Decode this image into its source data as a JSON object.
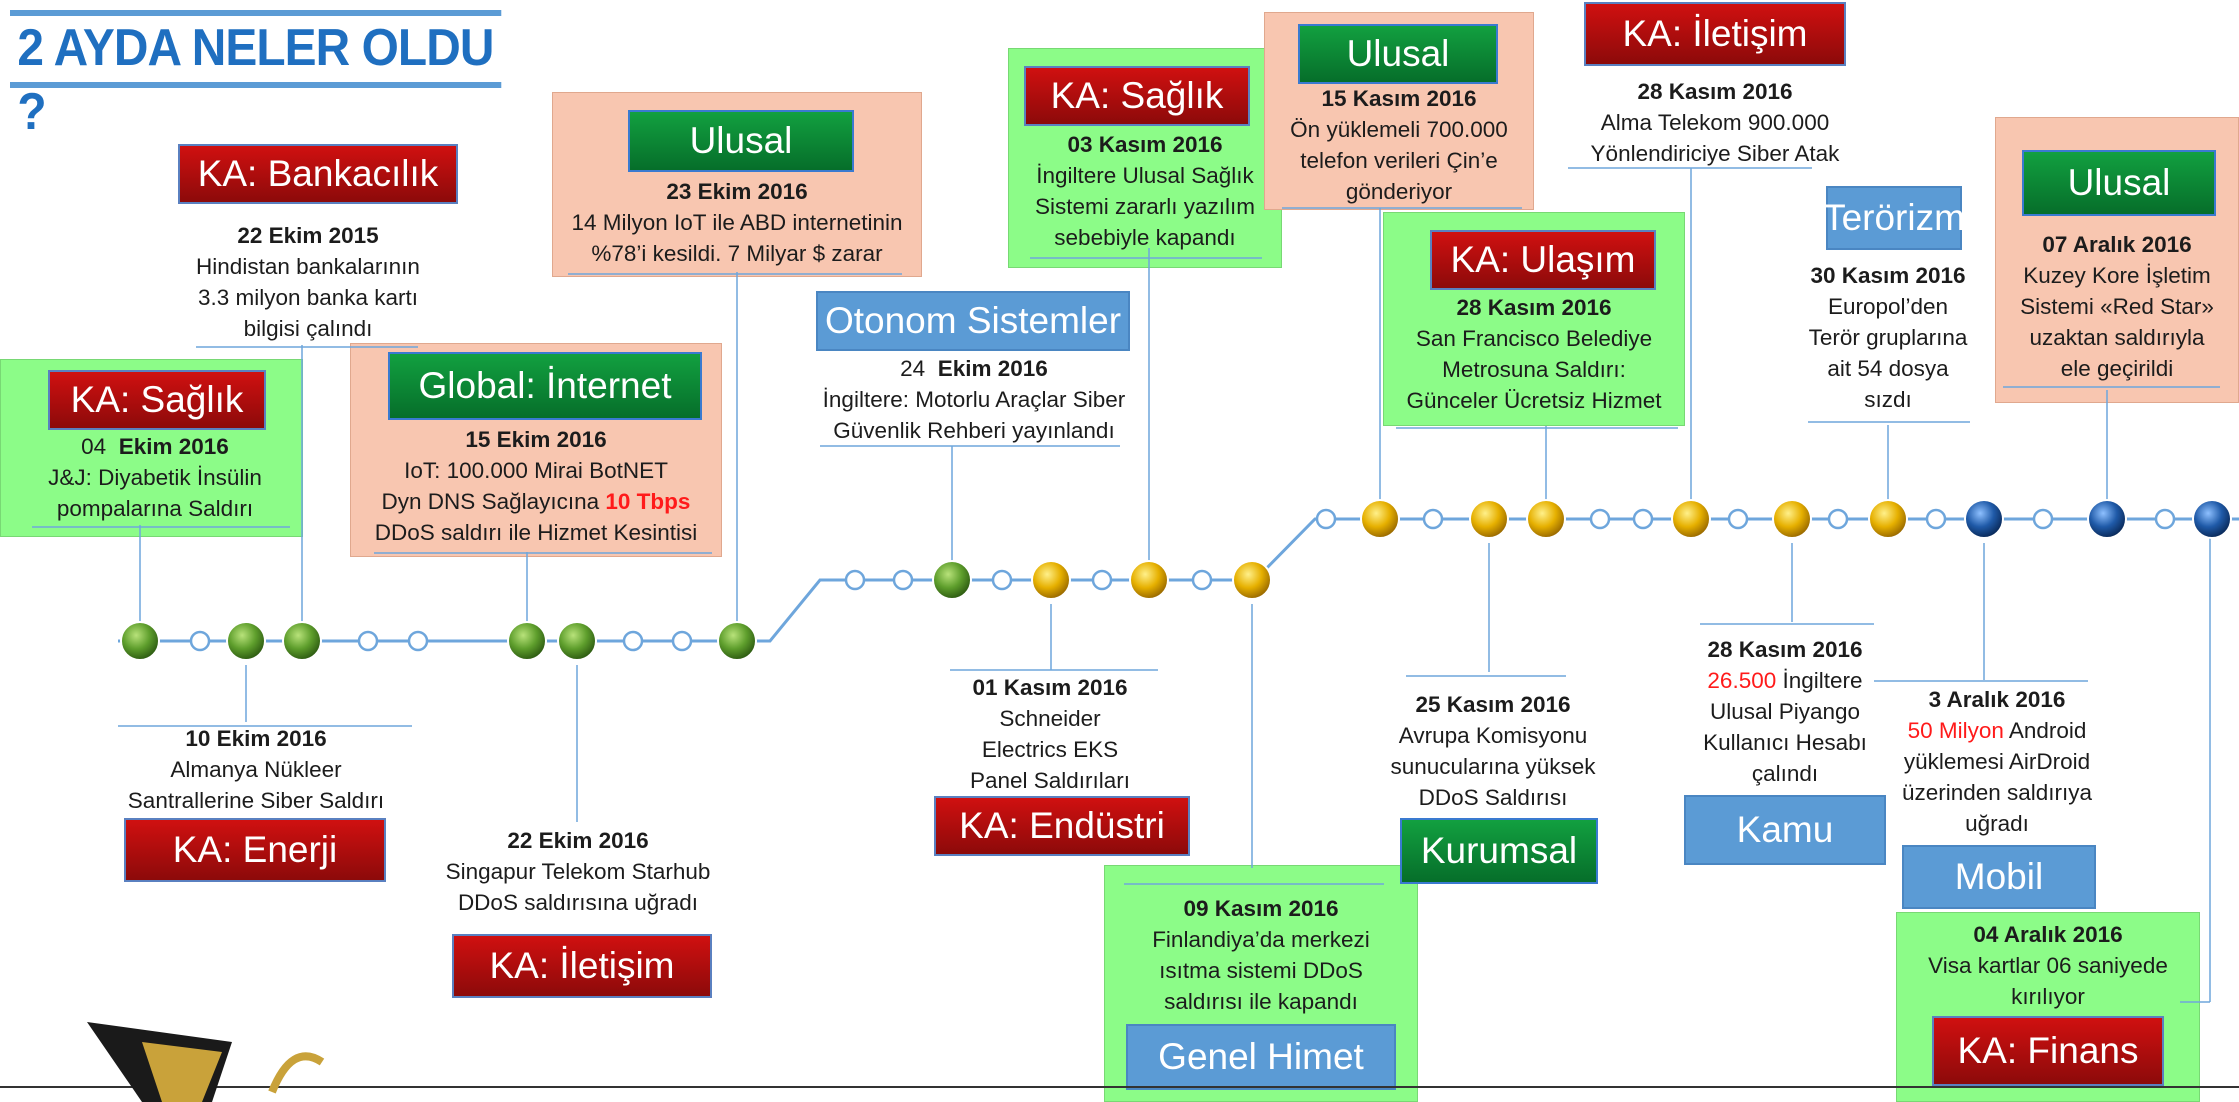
{
  "title": "2 AYDA NELER OLDU ?",
  "colors": {
    "sector_red": "#b80f0f",
    "sector_green": "#0a8a36",
    "sector_blue": "#5b9bd5",
    "panel_green": "#8cfc88",
    "panel_pink": "#f8c6b0",
    "highlight": "#ff1a1a",
    "node_green": "#5a9e2a",
    "node_gold": "#e6b000",
    "node_blue": "#1f5aa8"
  },
  "events": [
    {
      "tag": "KA: Bankacılık",
      "date": "22 Ekim 2015",
      "lines": [
        "Hindistan bankalarının",
        "3.3 milyon banka kartı",
        "bilgisi çalındı"
      ]
    },
    {
      "tag": "KA: Sağlık",
      "date_pre": "04",
      "date": "Ekim 2016",
      "lines": [
        "J&J: Diyabetik İnsülin",
        "pompalarına Saldırı"
      ]
    },
    {
      "tag": "Global: İnternet",
      "date": "15 Ekim 2016",
      "line1": "IoT: 100.000 Mirai BotNET",
      "line2_a": "Dyn DNS Sağlayıcına ",
      "line2_hl": "10 Tbps",
      "line3": "DDoS saldırı ile Hizmet Kesintisi"
    },
    {
      "tag": "Ulusal",
      "date": "23 Ekim 2016",
      "lines": [
        "14 Milyon IoT ile ABD internetinin",
        "%78’i kesildi. 7 Milyar $ zarar"
      ]
    },
    {
      "tag": "KA: Enerji",
      "date": "10 Ekim 2016",
      "lines": [
        "Almanya Nükleer",
        "Santrallerine Siber Saldırı"
      ]
    },
    {
      "tag": "KA: İletişim",
      "date": "22 Ekim 2016",
      "lines": [
        "Singapur Telekom Starhub",
        "DDoS saldırısına uğradı"
      ]
    },
    {
      "tag": "Otonom Sistemler",
      "date_pre": "24",
      "date": "Ekim 2016",
      "lines": [
        "İngiltere: Motorlu Araçlar Siber",
        "Güvenlik Rehberi yayınlandı"
      ]
    },
    {
      "tag": "KA: Sağlık",
      "date": "03 Kasım 2016",
      "lines": [
        "İngiltere Ulusal Sağlık",
        "Sistemi zararlı yazılım",
        "sebebiyle kapandı"
      ]
    },
    {
      "tag": "KA: Endüstri",
      "date": "01 Kasım 2016",
      "lines": [
        "Schneider",
        "Electrics EKS",
        "Panel Saldırıları"
      ]
    },
    {
      "tag": "Genel Himet",
      "date": "09 Kasım 2016",
      "lines": [
        "Finlandiya’da merkezi",
        "ısıtma sistemi DDoS",
        "saldırısı ile kapandı"
      ]
    },
    {
      "tag": "Ulusal",
      "date": "15 Kasım 2016",
      "lines": [
        "Ön yüklemeli 700.000",
        "telefon verileri Çin’e",
        "gönderiyor"
      ]
    },
    {
      "tag": "KA: Ulaşım",
      "date": "28 Kasım 2016",
      "lines": [
        "San Francisco Belediye",
        "Metrosuna Saldırı:",
        "Günceler Ücretsiz Hizmet"
      ]
    },
    {
      "tag": "KA: İletişim",
      "date": "28 Kasım 2016",
      "lines": [
        "Alma Telekom 900.000",
        "Yönlendiriciye Siber Atak"
      ]
    },
    {
      "tag": "Kurumsal",
      "date": "25 Kasım 2016",
      "lines": [
        "Avrupa Komisyonu",
        "sunucularına yüksek",
        "DDoS Saldırısı"
      ]
    },
    {
      "tag": "Terörizm",
      "date": "30 Kasım 2016",
      "lines": [
        "Europol’den",
        "Terör gruplarına",
        "ait 54 dosya",
        "sızdı"
      ]
    },
    {
      "tag": "Kamu",
      "date": "28 Kasım 2016",
      "line1_hl": "26.500",
      "line1_b": " İngiltere",
      "lines": [
        "Ulusal Piyango",
        "Kullanıcı Hesabı",
        "çalındı"
      ]
    },
    {
      "tag": "Ulusal",
      "date": "07 Aralık 2016",
      "lines": [
        "Kuzey Kore İşletim",
        "Sistemi «Red Star»",
        "uzaktan saldırıyla",
        "ele geçirildi"
      ]
    },
    {
      "tag": "Mobil",
      "date": "3 Aralık 2016",
      "line1_hl": "50 Milyon",
      "line1_b": " Android",
      "lines": [
        "yüklemesi AirDroid",
        "üzerinden saldırıya",
        "uğradı"
      ]
    },
    {
      "tag": "KA: Finans",
      "date": "04 Aralık 2016",
      "lines": [
        "Visa kartlar 06 saniyede",
        "kırılıyor"
      ]
    }
  ]
}
